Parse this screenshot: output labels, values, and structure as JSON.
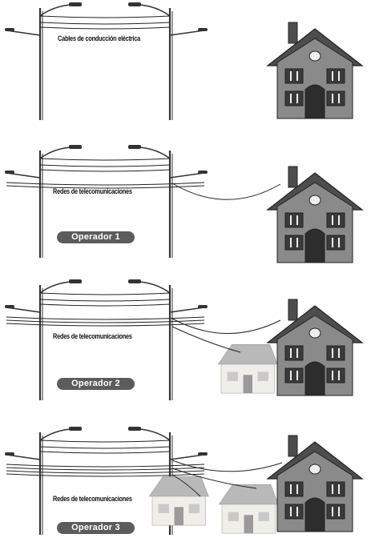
{
  "panels": [
    {
      "label": "Cables de conducción eléctrica",
      "operator": ""
    },
    {
      "label": "Redes de telecomunicaciones",
      "operator": "Operador 1"
    },
    {
      "label": "Redes de telecomunicaciones",
      "operator": "Operador 2"
    },
    {
      "label": "Redes de telecomunicaciones",
      "operator": "Operador 3"
    }
  ],
  "colors": {
    "house_wall": "#8a8a8a",
    "house_roof": "#4d4d4d",
    "pole": "#333333",
    "badge": "#5c5c5c",
    "ghost_house": "#c9c9c9"
  }
}
